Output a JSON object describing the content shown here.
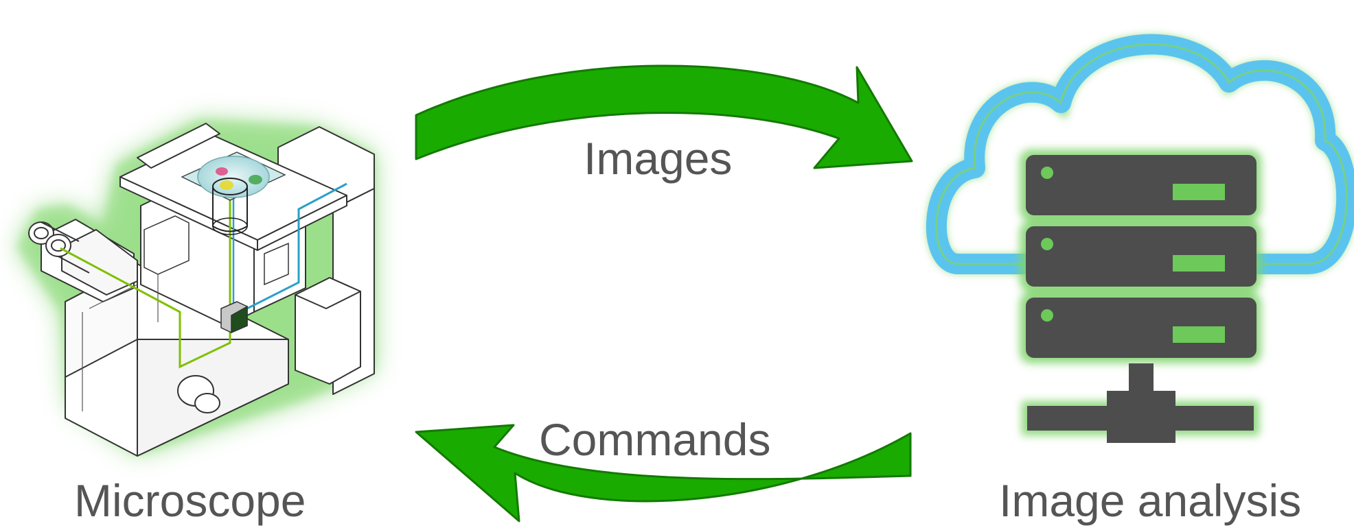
{
  "diagram": {
    "nodes": {
      "microscope": {
        "label": "Microscope",
        "icon": "microscope-icon"
      },
      "analysis": {
        "label": "Image analysis",
        "icon": "cloud-server-icon"
      }
    },
    "edges": [
      {
        "from": "microscope",
        "to": "analysis",
        "label": "Images"
      },
      {
        "from": "analysis",
        "to": "microscope",
        "label": "Commands"
      }
    ]
  },
  "colors": {
    "arrow_fill": "#1aab00",
    "arrow_stroke": "#127a00",
    "glow": "#7ed36b",
    "cloud": "#5bc4ee",
    "server": "#4d4d4d",
    "server_led": "#6cc95a",
    "text": "#555555",
    "optics_green": "#7fc000",
    "optics_blue": "#2aa0c8"
  }
}
